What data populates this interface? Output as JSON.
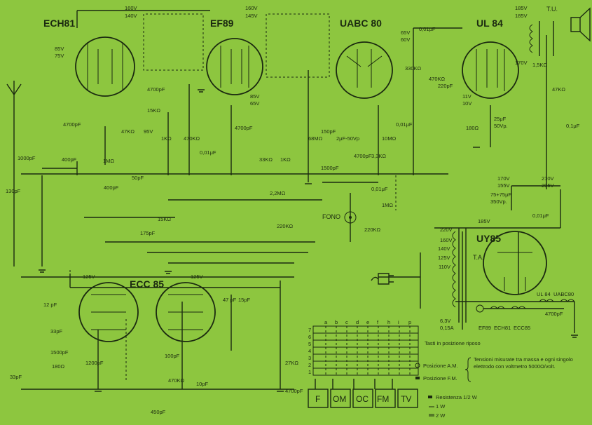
{
  "tubes": {
    "ech81": "ECH81",
    "ef89": "EF89",
    "uabc80": "UABC 80",
    "ul84": "UL 84",
    "ecc85": "ECC 85",
    "uy85": "UY85"
  },
  "labels": {
    "tu": "T.U.",
    "ta": "T.A.",
    "fono": "FONO",
    "uabc80_fil": "UABC80",
    "ul84_fil": "UL 84",
    "ef89_fil": "EF89",
    "ech81_fil": "ECH81",
    "ecc85_fil": "ECC85",
    "fil_v": "6,3V",
    "fil_a": "0,15A"
  },
  "voltages": {
    "v160a": "160V",
    "v140": "140V",
    "v160b": "160V",
    "v145": "145V",
    "v185a": "185V",
    "v185b": "185V",
    "v85a": "85V",
    "v75": "75V",
    "v65a": "65V",
    "v60": "60V",
    "v85b": "85V",
    "v65b": "65V",
    "v95": "95V",
    "v11": "11V",
    "v10": "10V",
    "v170a": "170V",
    "v170b": "170V",
    "v155": "155V",
    "v210": "210V",
    "v205": "205V",
    "v125a": "125V",
    "v125b": "125V",
    "v185c": "185V",
    "t220": "220V",
    "t160": "160V",
    "t140": "140V",
    "t125": "125V",
    "t110": "110V"
  },
  "components": {
    "c1000": "1000pF",
    "c400": "400pF",
    "c130": "130pF",
    "r1m": "1MΩ",
    "c4700a": "4700pF",
    "c4700b": "4700pF",
    "r47k": "47KΩ",
    "r15k": "15KΩ",
    "r1k": "1KΩ",
    "r470k": "470KΩ",
    "c001": "0,01μF",
    "c4700c": "4700pF",
    "r33k": "33KΩ",
    "r1ka": "1KΩ",
    "r68m": "68MΩ",
    "c150": "150pF",
    "c25": "2μF-50Vp",
    "c4700d": "4700pF",
    "c001b": "0,01μF",
    "r10m": "10MΩ",
    "r33kb": "3,3KΩ",
    "c1500": "1500pF",
    "r22m": "2,2MΩ",
    "r220k": "220KΩ",
    "c001c": "0,01μF",
    "r1mb": "1MΩ",
    "r220kb": "220KΩ",
    "c001d": "0,01μF",
    "r470kb": "470KΩ",
    "c220": "220pF",
    "r330k": "330KΩ",
    "r180": "180Ω",
    "c25u": "25μF",
    "c25v": "50Vp.",
    "r47kb": "47KΩ",
    "c001e": "0,1μF",
    "r15kb": "1,5KΩ",
    "c7575": "75+75μF",
    "c350": "350Vp.",
    "c001f": "0,01μF",
    "c4700e": "4700pF",
    "c12": "12 pF",
    "c33a": "33pF",
    "c1500b": "1500pF",
    "r180b": "180Ω",
    "c33b": "33pF",
    "c1200": "1200pF",
    "c100": "100pF",
    "r470kc": "470KΩ",
    "c10": "10pF",
    "c450": "450pF",
    "c47": "47 pF",
    "c15": "15pF",
    "r27k": "27KΩ",
    "c4700f": "4700pF",
    "c50": "50pF",
    "c175": "175pF",
    "c15k": "15KΩ",
    "c400b": "400pF"
  },
  "switch_block": {
    "row_labels": [
      "7",
      "6",
      "5",
      "4",
      "3",
      "2",
      "1"
    ],
    "col_labels": [
      "a",
      "b",
      "c",
      "d",
      "e",
      "f",
      "h",
      "i",
      "p"
    ],
    "note": "Tasti in posizione riposo",
    "buttons": [
      "F",
      "OM",
      "OC",
      "FM",
      "TV"
    ]
  },
  "legend": {
    "pos_am": "Posizione A.M.",
    "pos_fm": "Posizione F.M.",
    "measure": "Tensioni misurate tra massa e ogni singolo elettrodo con voltmetro 5000Ω/volt.",
    "res_title": "Resistenza 1/2 W",
    "res_1w": "1 W",
    "res_2w": "2 W"
  }
}
